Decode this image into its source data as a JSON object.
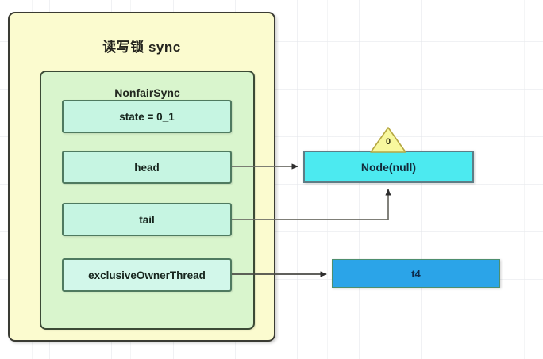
{
  "diagram": {
    "outer": {
      "title": "读写锁 sync",
      "fill": "#fbfbcf",
      "stroke": "#3a3b33"
    },
    "inner": {
      "title": "NonfairSync",
      "fill": "#d9f5cd",
      "stroke": "#3c4a36"
    },
    "fields": [
      {
        "label": "state = 0_1",
        "name": "state"
      },
      {
        "label": "head",
        "name": "head"
      },
      {
        "label": "tail",
        "name": "tail"
      },
      {
        "label": "exclusiveOwnerThread",
        "name": "exclusive-owner-thread"
      }
    ],
    "nodes": {
      "queue_node": {
        "label": "Node(null)",
        "fill": "#4ceaf0"
      },
      "thread_node": {
        "label": "t4",
        "fill": "#2ba4e8"
      }
    },
    "badge": {
      "value": "0",
      "fill": "#f6f6a0",
      "stroke": "#b9a94a"
    },
    "edges": [
      {
        "from": "head",
        "to": "queue_node",
        "name": "head-to-node"
      },
      {
        "from": "tail",
        "to": "queue_node",
        "name": "tail-to-node"
      },
      {
        "from": "exclusive-owner-thread",
        "to": "thread_node",
        "name": "owner-to-t4"
      }
    ]
  }
}
